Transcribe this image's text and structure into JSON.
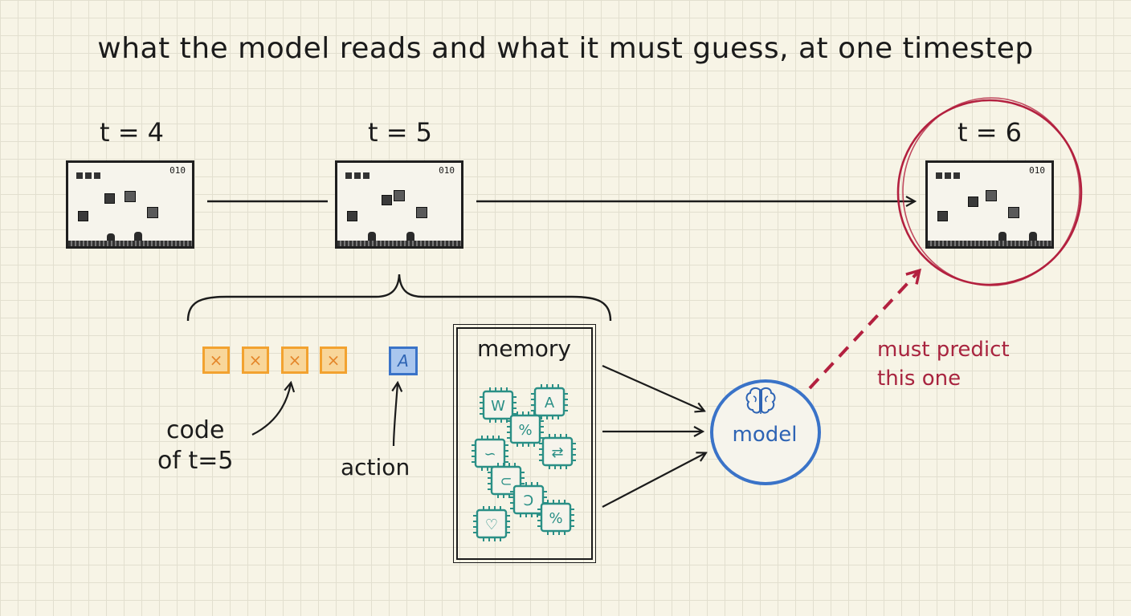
{
  "title": "what the model reads and what it must guess, at one timestep",
  "frames": [
    {
      "label": "t = 4",
      "score": "010"
    },
    {
      "label": "t = 5",
      "score": "010"
    },
    {
      "label": "t = 6",
      "score": "010"
    }
  ],
  "code_tokens": [
    "×",
    "×",
    "×",
    "×"
  ],
  "code_label_line1": "code",
  "code_label_line2": "of t=5",
  "action_token": "A",
  "action_label": "action",
  "memory_label": "memory",
  "memory_chips": [
    "W",
    "A",
    "%",
    "∽",
    "⇄",
    "⊂",
    "Ↄ",
    "♡",
    "%"
  ],
  "model_label": "model",
  "predict_line1": "must predict",
  "predict_line2": "this one",
  "icons": {
    "model": "brain-icon",
    "memory": "chip-icon",
    "token": "x-icon"
  },
  "colors": {
    "code_token": "#f2a230",
    "action_token": "#3a73c8",
    "memory_chip": "#2a8f86",
    "model": "#3a73c8",
    "target": "#b3203f"
  }
}
